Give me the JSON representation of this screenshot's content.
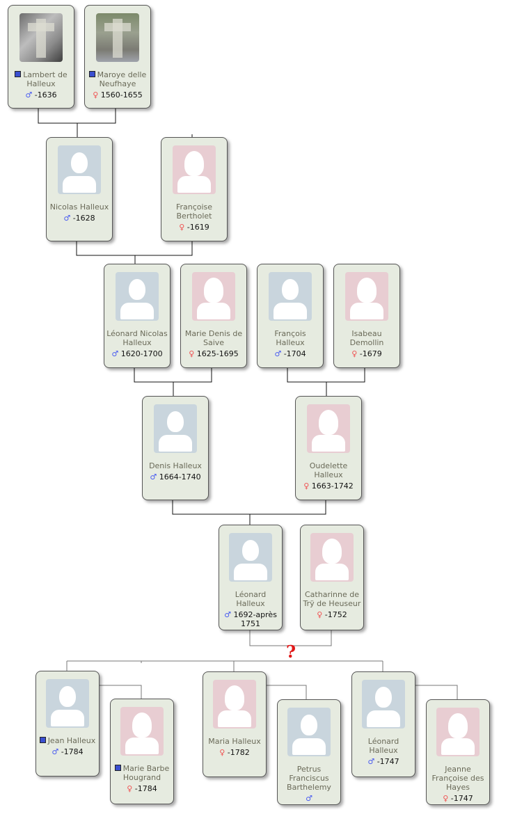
{
  "symbols": {
    "male": "♂",
    "female": "♀"
  },
  "unknown_marker": "?",
  "colors": {
    "male_symbol": "#4a5cf0",
    "female_symbol": "#f05050",
    "card_bg": "#e6ebe0",
    "marker_square": "#3a4fd0",
    "unknown": "#e01818"
  },
  "people": [
    {
      "id": "lambert",
      "name": "Lambert de Halleux",
      "sex": "m",
      "dates": "-1636",
      "marker": true,
      "photo": "img1"
    },
    {
      "id": "maroye",
      "name": "Maroye delle Neufhaye",
      "sex": "f",
      "dates": "1560-1655",
      "marker": true,
      "photo": "img2"
    },
    {
      "id": "nicolas",
      "name": "Nicolas Halleux",
      "sex": "m",
      "dates": "-1628"
    },
    {
      "id": "francoise",
      "name": "Françoise Bertholet",
      "sex": "f",
      "dates": "-1619"
    },
    {
      "id": "leonard-nicolas",
      "name": "Léonard Nicolas Halleux",
      "sex": "m",
      "dates": "1620-1700"
    },
    {
      "id": "marie-denis",
      "name": "Marie Denis de Saive",
      "sex": "f",
      "dates": "1625-1695"
    },
    {
      "id": "francois",
      "name": "François Halleux",
      "sex": "m",
      "dates": "-1704"
    },
    {
      "id": "isabeau",
      "name": "Isabeau Demollin",
      "sex": "f",
      "dates": "-1679"
    },
    {
      "id": "denis",
      "name": "Denis Halleux",
      "sex": "m",
      "dates": "1664-1740"
    },
    {
      "id": "oudelette",
      "name": "Oudelette Halleux",
      "sex": "f",
      "dates": "1663-1742"
    },
    {
      "id": "leonard",
      "name": "Léonard Halleux",
      "sex": "m",
      "dates": "1692-après 1751"
    },
    {
      "id": "catharinne",
      "name": "Catharinne de Trÿ de Heuseur",
      "sex": "f",
      "dates": "-1752"
    },
    {
      "id": "jean",
      "name": "Jean Halleux",
      "sex": "m",
      "dates": "-1784",
      "marker": true
    },
    {
      "id": "marie-barbe",
      "name": "Marie Barbe Hougrand",
      "sex": "f",
      "dates": "-1784",
      "marker": true
    },
    {
      "id": "maria",
      "name": "Maria Halleux",
      "sex": "f",
      "dates": "-1782"
    },
    {
      "id": "petrus",
      "name": "Petrus Franciscus Barthelemy",
      "sex": "m",
      "dates": ""
    },
    {
      "id": "leonard-2",
      "name": "Léonard Halleux",
      "sex": "m",
      "dates": "-1747"
    },
    {
      "id": "jeanne",
      "name": "Jeanne Françoise des Hayes",
      "sex": "f",
      "dates": "-1747"
    }
  ]
}
